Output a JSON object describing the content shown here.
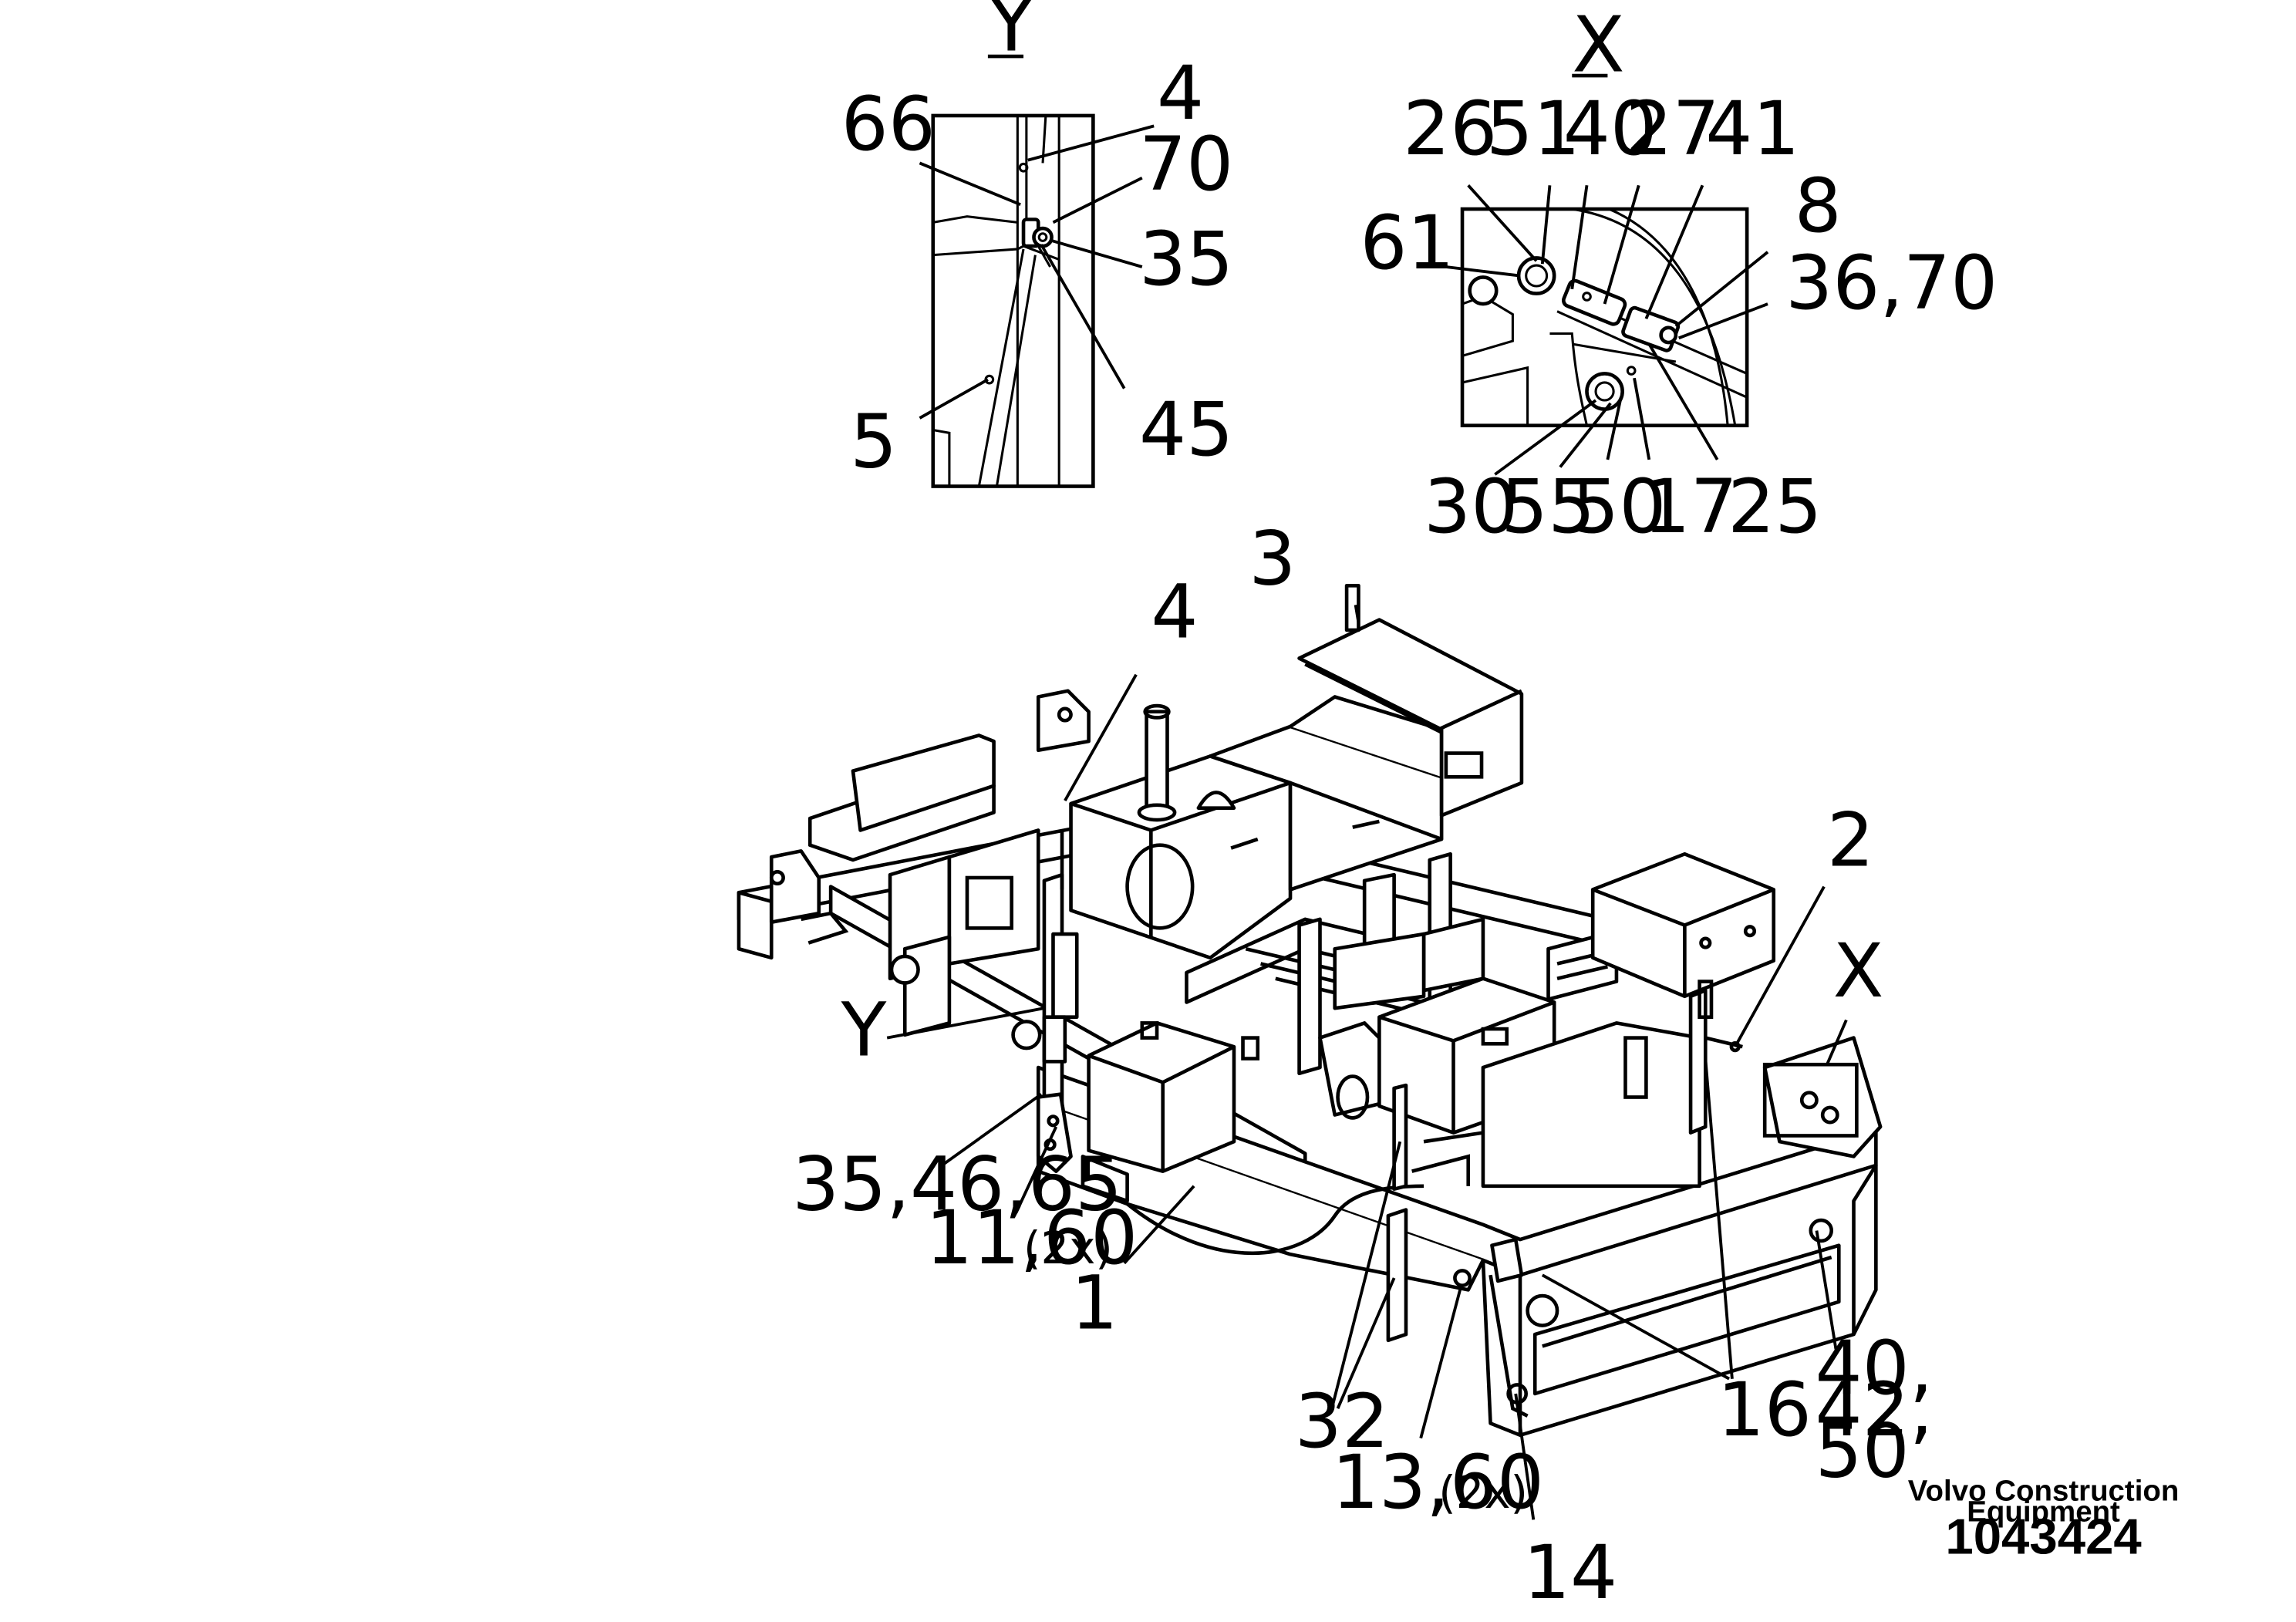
{
  "views": {
    "y": {
      "title": "Y"
    },
    "x": {
      "title": "X"
    }
  },
  "callouts": {
    "y_66": "66",
    "y_4": "4",
    "y_70": "70",
    "y_35": "35",
    "y_5": "5",
    "y_45": "45",
    "x_26": "26",
    "x_51": "51",
    "x_40": "40",
    "x_27": "27",
    "x_41": "41",
    "x_8": "8",
    "x_61": "61",
    "x_36_70": "36,70",
    "x_30": "30",
    "x_55": "55",
    "x_50": "50",
    "x_17": "17",
    "x_25": "25",
    "m_3": "3",
    "m_4": "4",
    "m_2": "2",
    "m_x": "X",
    "m_y": "Y",
    "m_35_46_65": "35,46,65",
    "m_11_60": "11,60",
    "m_11_60_qty": "(2x)",
    "m_1": "1",
    "m_32": "32",
    "m_13_60": "13,60",
    "m_13_60_qty": "(2x)",
    "m_16": "16",
    "m_40": "40,",
    "m_42": "42,",
    "m_50": "50",
    "m_14": "14"
  },
  "footer": {
    "brand_line1": "Volvo Construction",
    "brand_line2": "Equipment",
    "drawing_number": "1043424"
  }
}
